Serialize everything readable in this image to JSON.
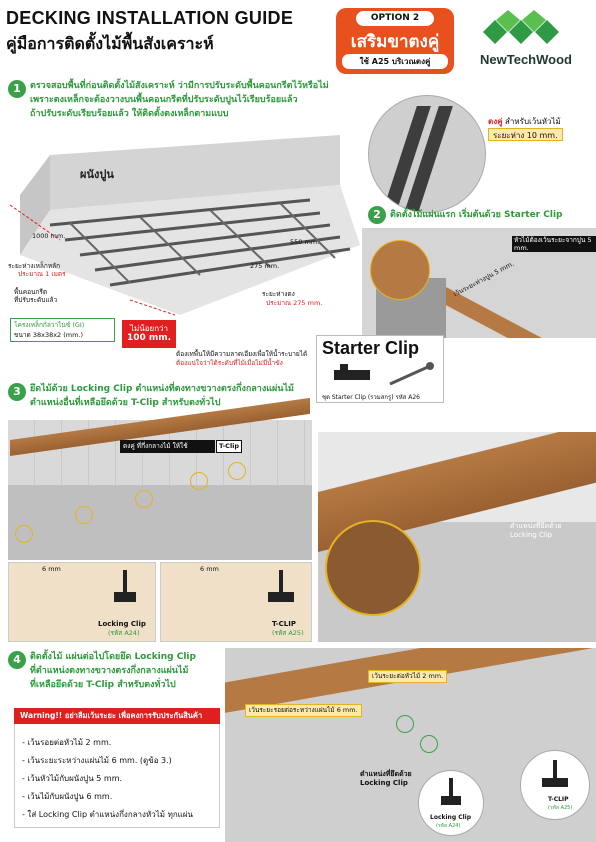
{
  "header": {
    "title_en": "DECKING INSTALLATION GUIDE",
    "title_th": "คู่มือการติดตั้งไม้พื้นสังเคราะห์",
    "option_pill": "OPTION 2",
    "option_main": "เสริมขาตงคู่",
    "option_sub": "ใช้ A25 บริเวณตงคู่",
    "brand": "NewTechWood"
  },
  "step1": {
    "num": "1",
    "text": [
      "ตรวจสอบพื้นที่ก่อนติดตั้งไม้สังเคราะห์ ว่ามีการปรับระดับพื้นคอนกรีตไว้หรือไม่",
      "เพราะตงเหล็กจะต้องวางบนพื้นคอนกรีตที่ปรับระดับปูนไว้เรียบร้อยแล้ว",
      "ถ้าปรับระดับเรียบร้อยแล้ว ให้ติดตั้งตงเหล็กตามแบบ"
    ],
    "wall_label": "ผนังปูน",
    "dim_1000": "1000 mm.",
    "leg_spacing": "ระยะห่างเหล็กหลัก",
    "leg_spacing_val": "ประมาณ 1 เมตร",
    "concrete": "พื้นคอนกรีต\nที่ปรับระดับแล้ว",
    "frame": "โครงเหล็กกัลวาไนซ์ (GI)",
    "frame_size": "ขนาด 38x38x2 (mm.)",
    "min_gap_1": "ไม่น้อยกว่า",
    "min_gap_2": "100 mm.",
    "joist_spacing": "ระยะห่างตง",
    "joist_spacing_val": "ประมาณ 275 mm.",
    "slope_note_1": "ต้องเทพื้นให้มีความลาดเอียงเพื่อให้น้ำระบายได้",
    "slope_note_2": "ต้องแน่ใจว่าได้ระดับที่ไม้เมื่อไม่มีน้ำขัง",
    "dim_275": "275 mm.",
    "dim_550": "550 mm."
  },
  "double_joist": {
    "label": "ตงคู่",
    "label2": "สำหรับเว้นหัวไม้",
    "gap": "ระยะห่าง 10 mm."
  },
  "step2": {
    "num": "2",
    "text": "ติดตั้งไม้แผ่นแรก เริ่มต้นด้วย Starter Clip",
    "edge_note": "หัวไม้ต้องเว้นระยะจากปูน 5 mm.",
    "wall_gap": "เว้นระยะห่างปูน 5 mm.",
    "starter_title": "Starter Clip",
    "starter_caption": "ชุด Starter Clip (รวมสกรู) รหัส A26"
  },
  "step3": {
    "num": "3",
    "text1": "ยึดไม้ด้วย Locking Clip ตำแหน่งที่ตงทางขวางตรงกึ่งกลางแผ่นไม้",
    "text2": "ตำแหน่งอื่นที่เหลือยึดด้วย T-Clip สำหรับตงทั่วไป",
    "callout": "ตงคู่ ที่กึ่งกลางไม้ ให้ใช้",
    "callout_tag": "T-Clip",
    "locking_note": "ตำแหน่งที่ยึดด้วย\nLocking Clip",
    "gap_left": "6 mm",
    "gap_right": "6 mm",
    "clip_left_name": "Locking Clip",
    "clip_left_code": "(รหัส A24)",
    "clip_right_name": "T-CLIP",
    "clip_right_code": "(รหัส A25)"
  },
  "step4": {
    "num": "4",
    "text1": "ติดตั้งไม้ แผ่นต่อไปโดยยึด Locking Clip",
    "text2": "ที่ตำแหน่งตงทางขวางตรงกึ่งกลางแผ่นไม้",
    "text3": "ที่เหลือยึดด้วย T-Clip สำหรับตงทั่วไป",
    "top_gap": "เว้นระยะต่อหัวไม้ 2 mm.",
    "side_gap": "เว้นระยะรอยต่อระหว่างแผ่นไม้ 6 mm.",
    "locking_note": "ตำแหน่งที่ยึดด้วย\nLocking Clip",
    "clip_left_name": "Locking Clip",
    "clip_left_code": "(รหัส A24)",
    "clip_right_name": "T-CLIP",
    "clip_right_code": "(รหัส A25)"
  },
  "warning": {
    "head": "Warning!! อย่าลืมเว้นระยะ เพื่อคงการรับประกันสินค้า",
    "items": [
      "- เว้นรอยต่อหัวไม้ 2 mm.",
      "- เว้นระยะระหว่างแผ่นไม้ 6 mm. (ดูข้อ 3.)",
      "- เว้นหัวไม้กับผนังปูน 5 mm.",
      "- เว้นไม้กับผนังปูน 6 mm.",
      "- ใส่ Locking Clip ตำแหน่งกึ่งกลางหัวไม้ ทุกแผ่น"
    ]
  },
  "colors": {
    "accent_green": "#3aa14a",
    "warning_red": "#e02020",
    "option_orange": "#e8501e",
    "wood": "#a86c37"
  }
}
